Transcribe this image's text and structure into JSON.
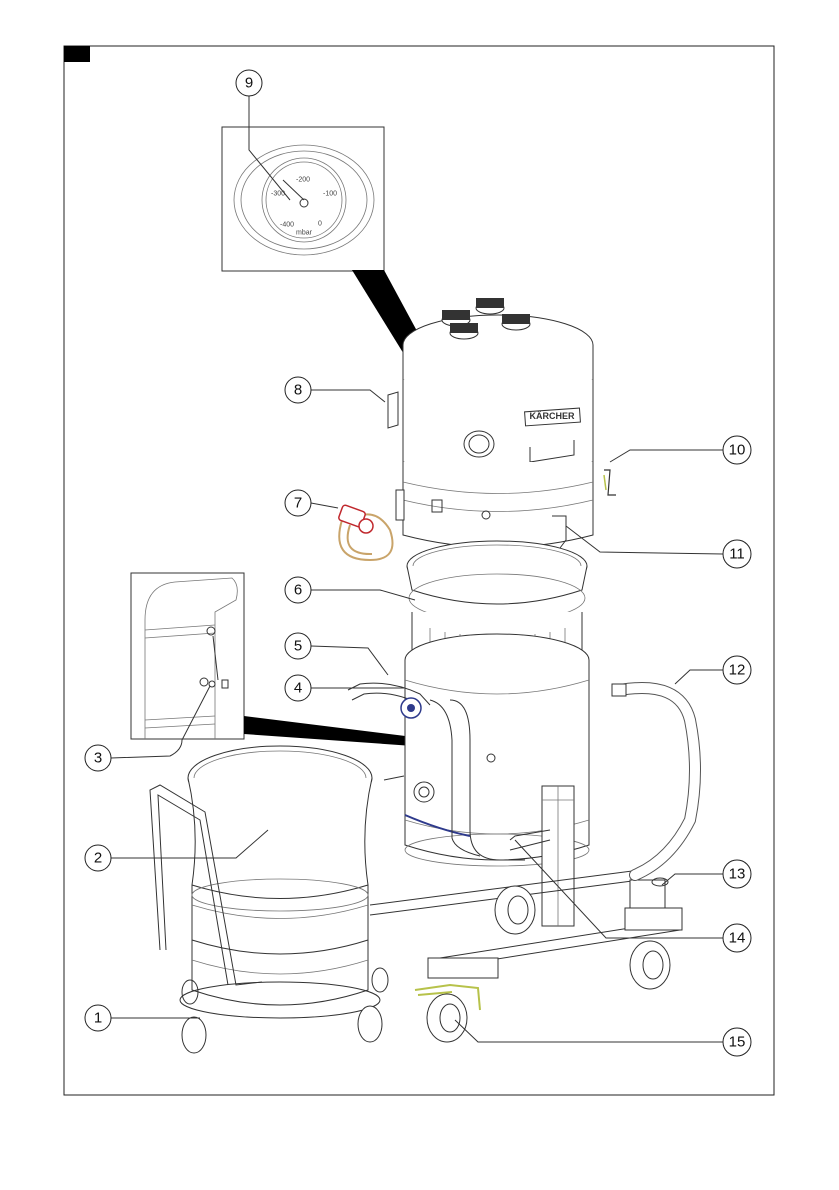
{
  "callouts": [
    {
      "id": "1",
      "label": "1"
    },
    {
      "id": "2",
      "label": "2"
    },
    {
      "id": "3",
      "label": "3"
    },
    {
      "id": "4",
      "label": "4"
    },
    {
      "id": "5",
      "label": "5"
    },
    {
      "id": "6",
      "label": "6"
    },
    {
      "id": "7",
      "label": "7"
    },
    {
      "id": "8",
      "label": "8"
    },
    {
      "id": "9",
      "label": "9"
    },
    {
      "id": "10",
      "label": "10"
    },
    {
      "id": "11",
      "label": "11"
    },
    {
      "id": "12",
      "label": "12"
    },
    {
      "id": "13",
      "label": "13"
    },
    {
      "id": "14",
      "label": "14"
    },
    {
      "id": "15",
      "label": "15"
    }
  ],
  "gauge": {
    "tick_m300": "-300",
    "tick_m200": "-200",
    "tick_m100": "-100",
    "tick_m400": "-400",
    "tick_0": "0",
    "unit": "mbar"
  },
  "logo_text": "KÄRCHER",
  "colors": {
    "plug": "#c0282d",
    "cable": "#c9a46a",
    "wheel_lock": "#b7c24a",
    "valve": "#2e3a8c",
    "line": "#333333"
  }
}
